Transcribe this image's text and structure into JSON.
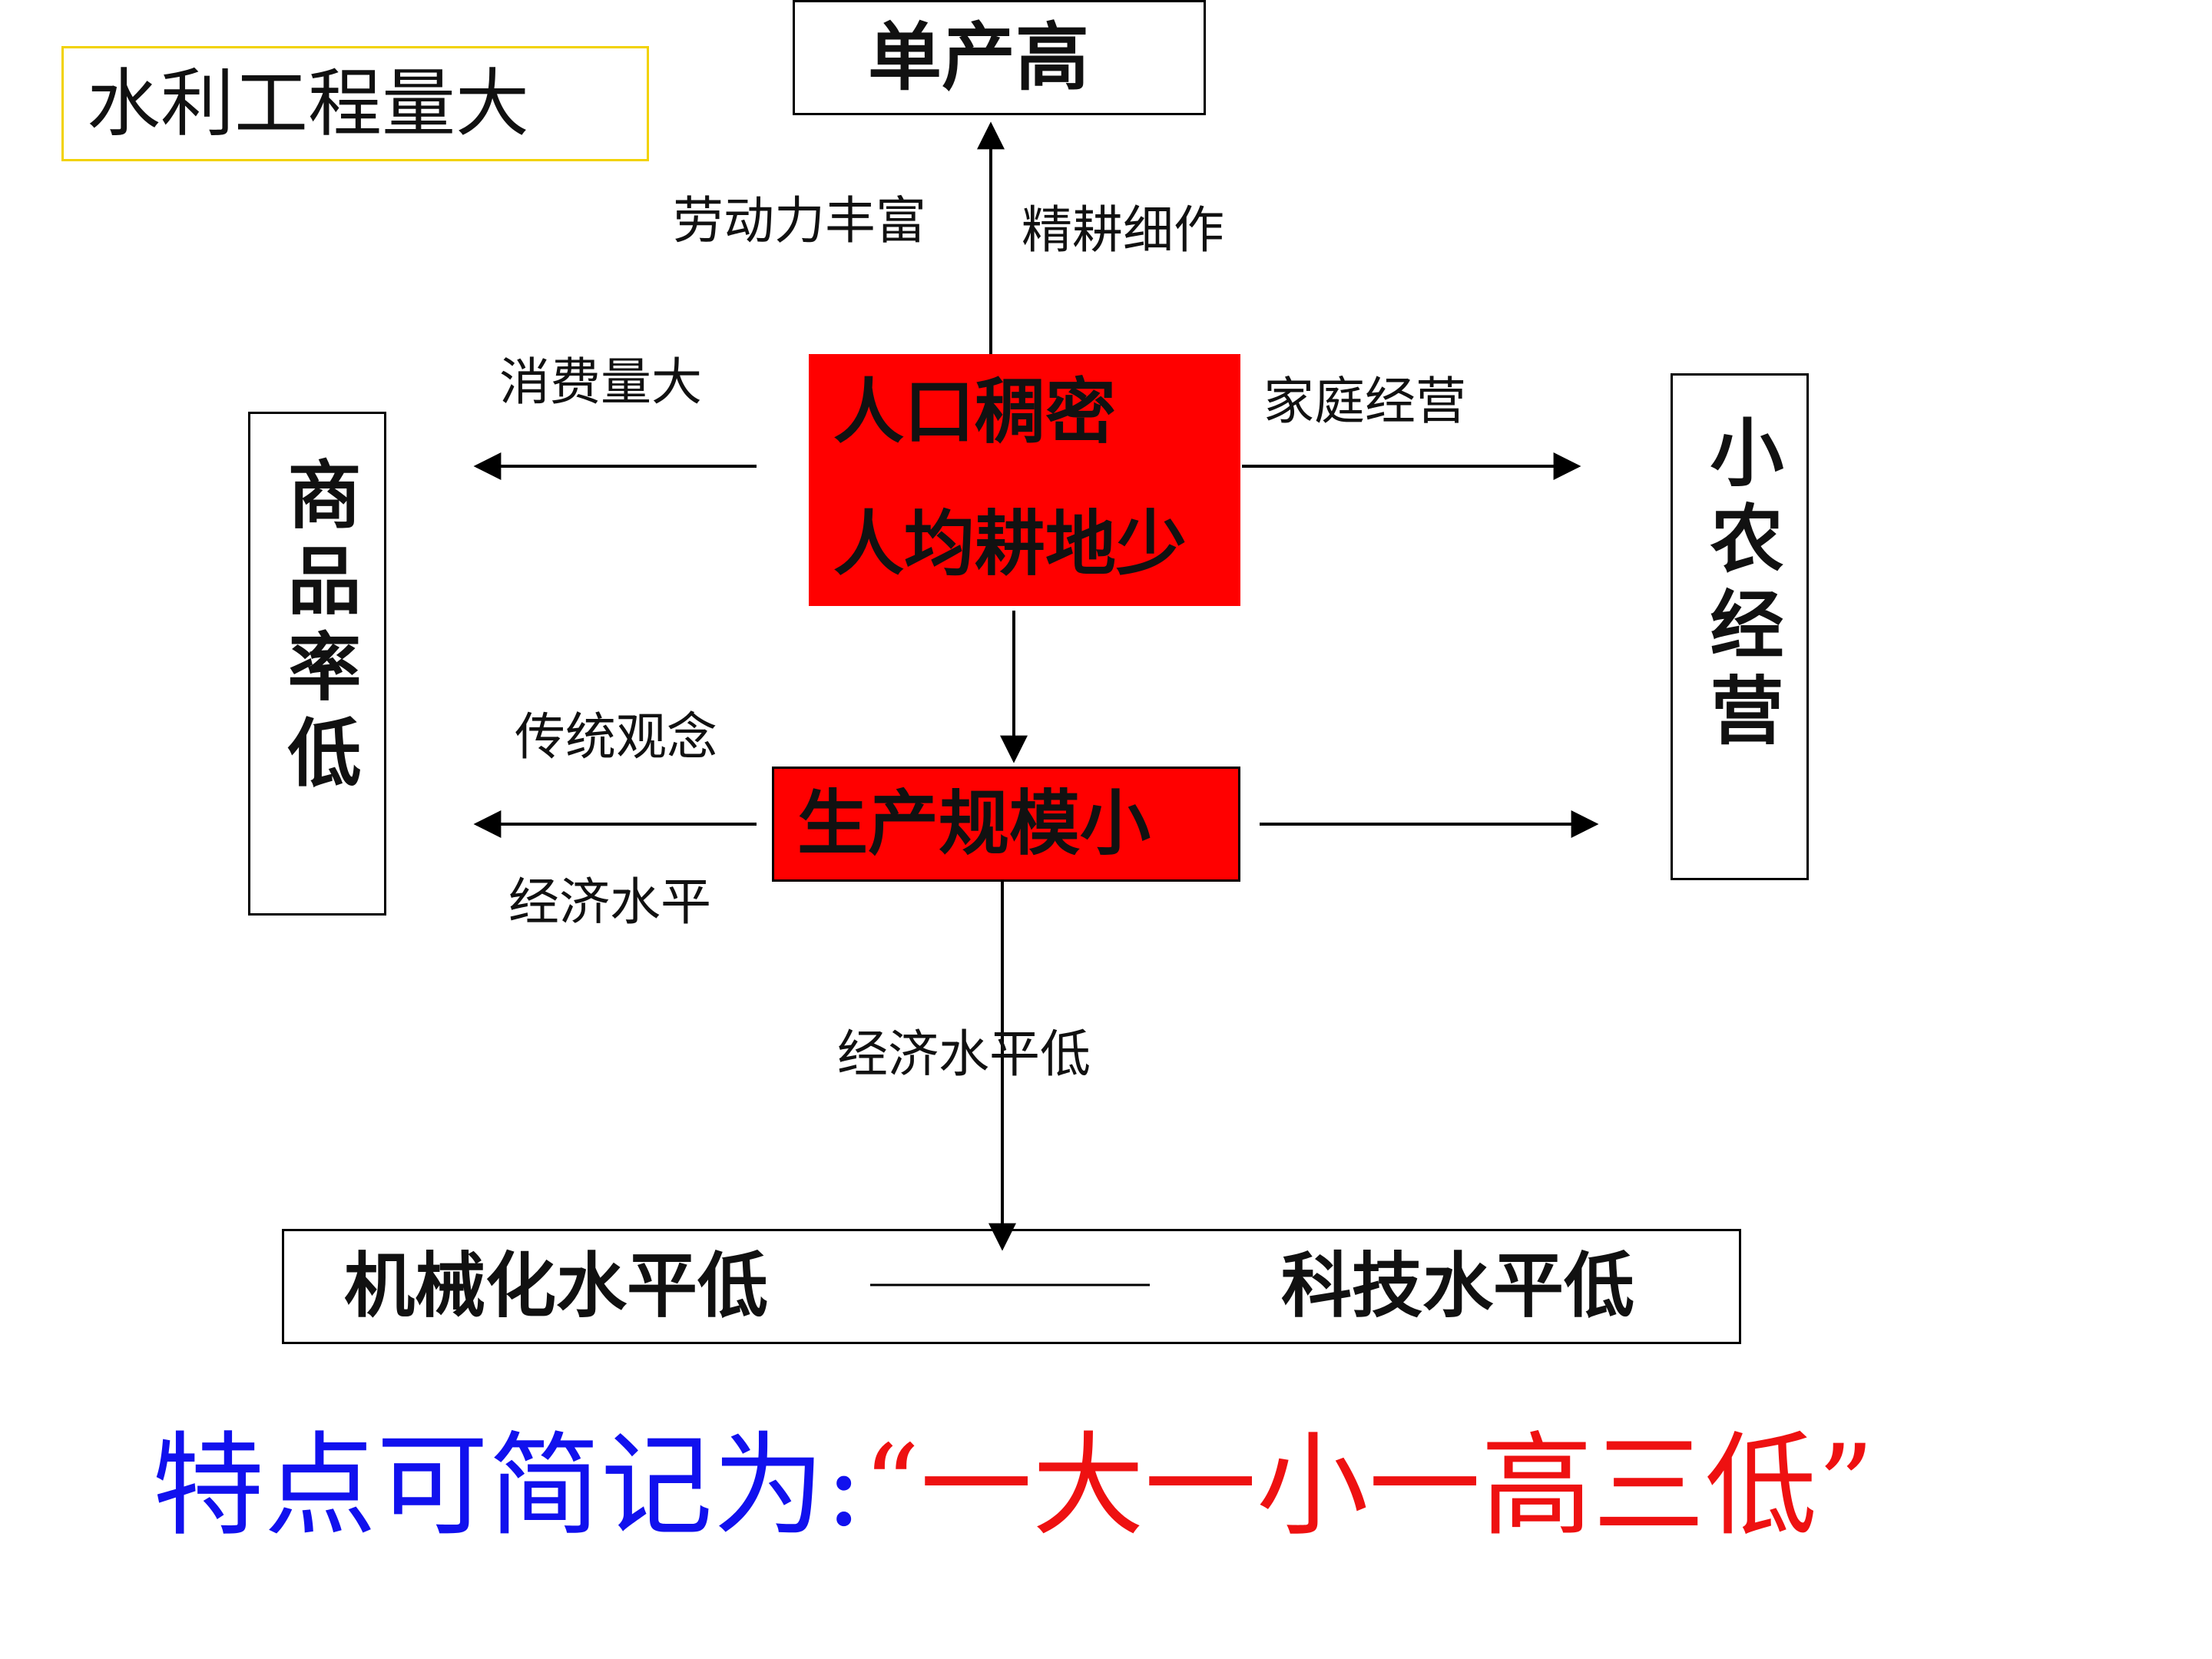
{
  "colors": {
    "red_box": "#ff0000",
    "yellow_border": "#f2d200",
    "blue_text": "#1111ee",
    "red_text": "#ee1111",
    "line": "#000000"
  },
  "nodes": {
    "top_left_note": "水利工程量大",
    "top_box": "单产高",
    "center_line1": "人口稠密",
    "center_line2": "人均耕地少",
    "middle_box": "生产规模小",
    "left_box": "商品率低",
    "right_box": "小农经营",
    "bottom_left": "机械化水平低",
    "bottom_right": "科技水平低"
  },
  "edge_labels": {
    "labor_rich": "劳动力丰富",
    "intensive": "精耕细作",
    "consumption": "消费量大",
    "family": "家庭经营",
    "tradition": "传统观念",
    "economy": "经济水平",
    "economy_low": "经济水平低"
  },
  "summary": {
    "prefix": "特点可简记为:",
    "highlight": "“一大一小一高三低”"
  }
}
